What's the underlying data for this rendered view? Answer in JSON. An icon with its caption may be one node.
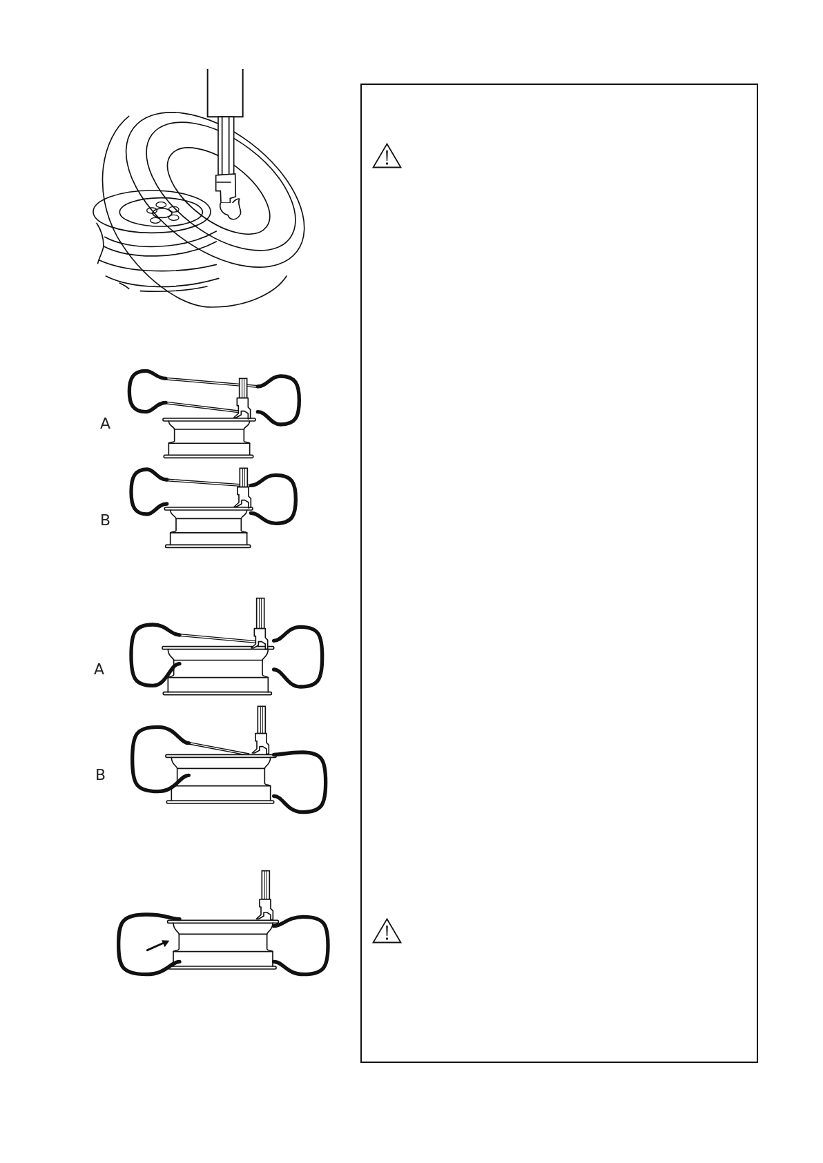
{
  "diagram": {
    "labels": [
      "A",
      "B",
      "A",
      "B"
    ]
  }
}
